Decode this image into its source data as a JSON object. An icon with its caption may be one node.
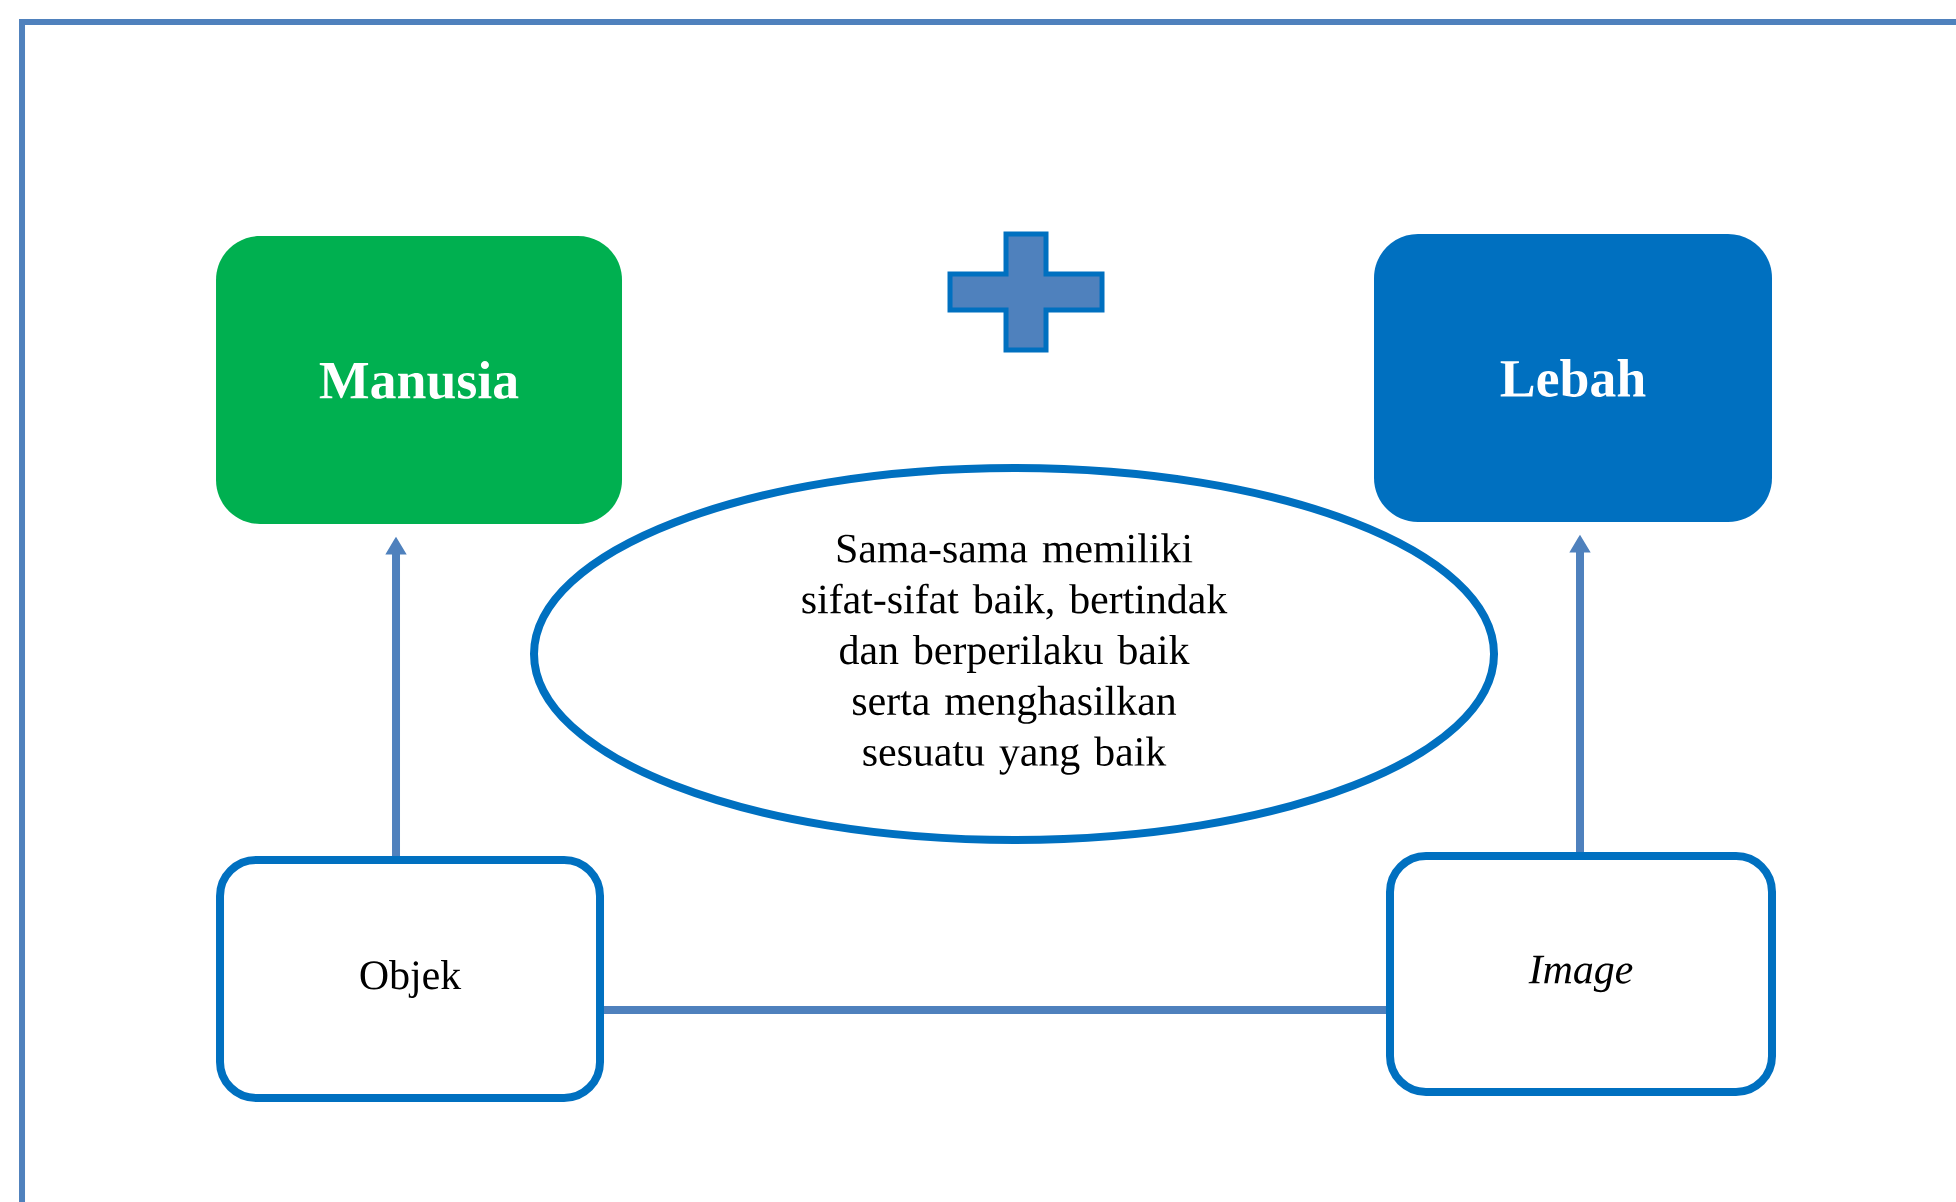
{
  "diagram": {
    "nodes": [
      {
        "text": [
          "Manusia"
        ]
      },
      {
        "text": [
          "Lebah"
        ]
      },
      {
        "text": [
          "Sama-sama memiliki sifat-sifat baik, bertindak dan berperilaku baik serta menghasilkan sesuatu yang baik"
        ]
      },
      {
        "text": [
          "Objek"
        ]
      },
      {
        "text": [
          "Image"
        ]
      },
      {
        "text": [],
        "shape": "plus"
      }
    ],
    "edges": [
      {
        "from": 3,
        "to": 0,
        "arrow": "to"
      },
      {
        "from": 4,
        "to": 1,
        "arrow": "to"
      },
      {
        "from": 3,
        "to": 4,
        "arrow": "none"
      }
    ]
  }
}
